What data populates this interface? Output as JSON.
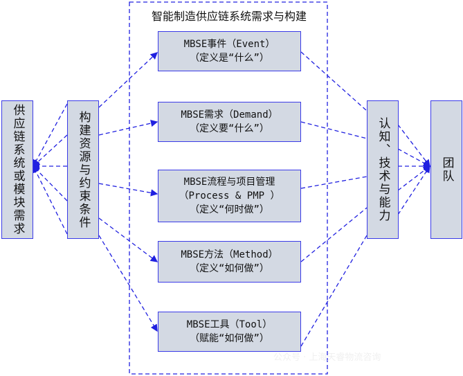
{
  "title": "智能制造供应链系统需求与构建",
  "left_box": "供应链系统或模块需求",
  "resource_box": "构建资源与约束条件",
  "center_boxes": [
    {
      "line1": "MBSE事件（Event）",
      "line2": "（定义是“什么”）"
    },
    {
      "line1": "MBSE需求（Demand）",
      "line2": "（定义要“什么”）"
    },
    {
      "line1": "MBSE流程与项目管理",
      "line2": "（Process & PMP ）",
      "line3": "（定义“何时做”）"
    },
    {
      "line1": "MBSE方法（Method）",
      "line2": "（定义“如何做”）"
    },
    {
      "line1": "MBSE工具（Tool）",
      "line2": "（赋能“如何做”）"
    }
  ],
  "capability_box": "认知、技术与能力",
  "team_box": "团队",
  "watermark": "公众号 · 上海天睿物流咨询",
  "colors": {
    "line": "#2020e0",
    "box_fill": "#d3d9e3"
  }
}
